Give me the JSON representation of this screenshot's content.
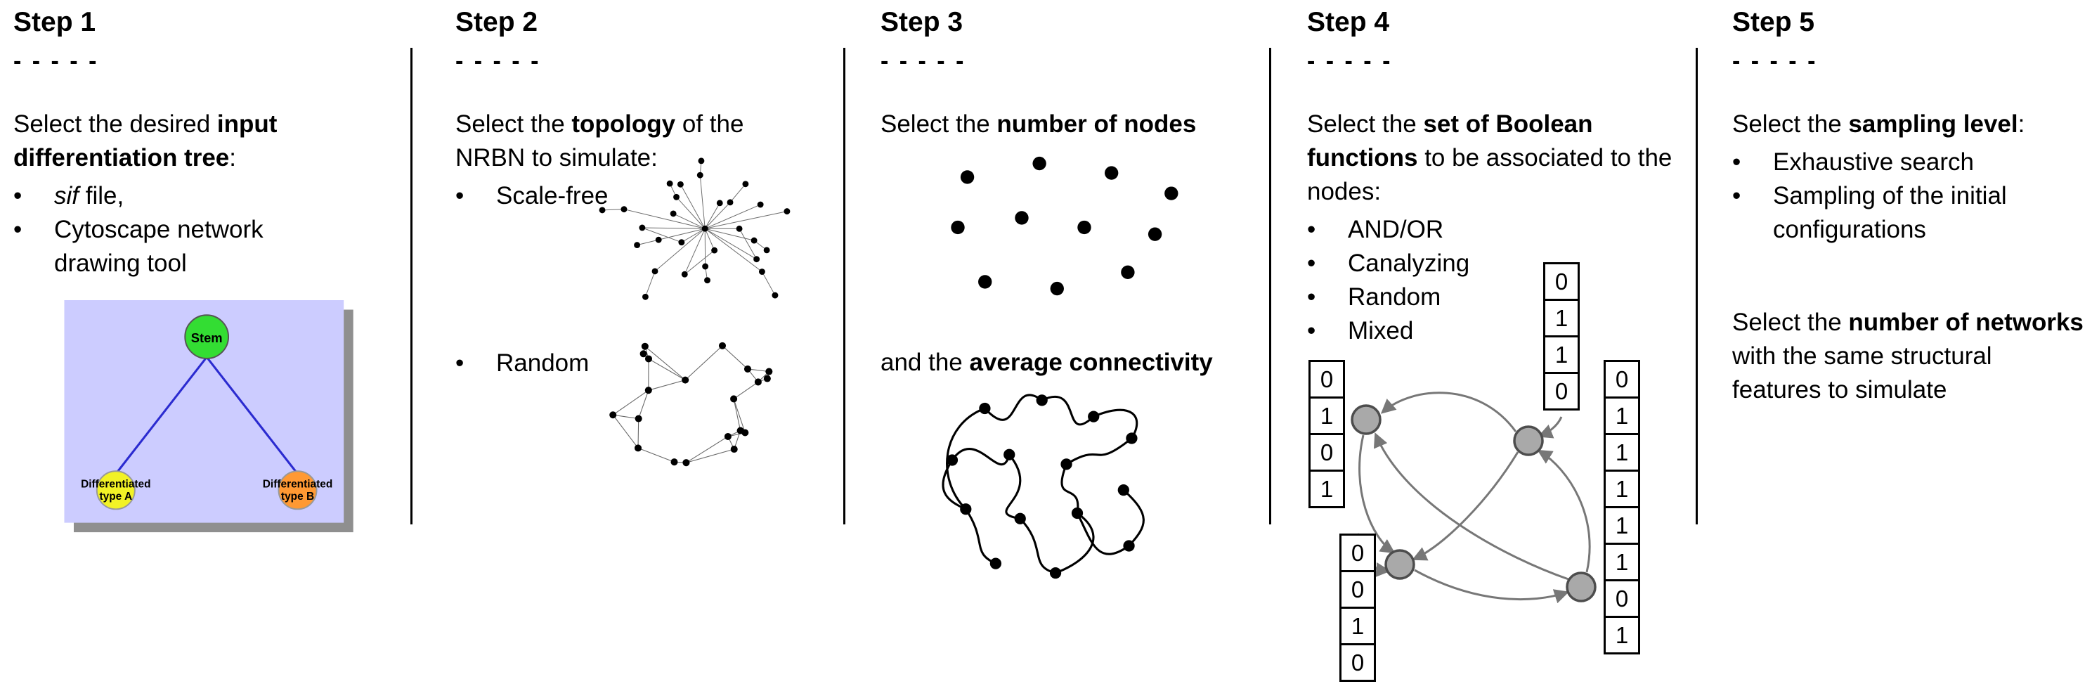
{
  "ui": {
    "bullet_char": "•"
  },
  "steps": [
    {
      "title": "Step 1",
      "dashes": "- - - - -",
      "intro": {
        "pre": "Select the desired ",
        "bold": "input differentiation tree",
        "post": ":"
      },
      "bullets": [
        {
          "italic": "sif",
          "post": " file,"
        },
        {
          "text": "Cytoscape network drawing tool"
        }
      ],
      "tree": {
        "stem_label": "Stem",
        "type_a_line1": "Differentiated",
        "type_a_line2": "type A",
        "type_b_line1": "Differentiated",
        "type_b_line2": "type B",
        "colors": {
          "box": "#ccccff",
          "shadow": "#8f8f8f",
          "stem": "#33dd33",
          "type_a": "#f2f226",
          "type_b": "#ff9933",
          "edge": "#2b2bd0",
          "node_stroke": "#6a6a6a",
          "label": "#111111"
        }
      }
    },
    {
      "title": "Step 2",
      "dashes": "- - - - -",
      "intro": {
        "pre": "Select the ",
        "bold": "topology",
        "post": " of the NRBN to simulate:"
      },
      "bullets": [
        {
          "text": "Scale-free"
        },
        {
          "text": "Random"
        }
      ]
    },
    {
      "title": "Step 3",
      "dashes": "- - - - -",
      "intro": {
        "pre": "Select the ",
        "bold": "number of nodes",
        "post": ""
      },
      "second": {
        "pre": "and the ",
        "bold": "average connectivity",
        "post": ""
      }
    },
    {
      "title": "Step 4",
      "dashes": "- - - - -",
      "intro": {
        "pre": "Select the ",
        "bold": "set of Boolean functions",
        "post": " to be associated to the nodes:"
      },
      "bullets": [
        {
          "text": "AND/OR"
        },
        {
          "text": "Canalyzing"
        },
        {
          "text": "Random"
        },
        {
          "text": "Mixed"
        }
      ],
      "node_color": "#a9a9a9",
      "node_stroke": "#4d4d4d",
      "arrow_color": "#777777",
      "truth_columns": {
        "left": [
          "0",
          "1",
          "0",
          "1"
        ],
        "top": [
          "0",
          "1",
          "1",
          "0"
        ],
        "bottom": [
          "0",
          "0",
          "1",
          "0"
        ],
        "right": [
          "0",
          "1",
          "1",
          "1",
          "1",
          "1",
          "0",
          "1"
        ]
      }
    },
    {
      "title": "Step 5",
      "dashes": "- - - - -",
      "intro": {
        "pre": "Select the ",
        "bold": "sampling level",
        "post": ":"
      },
      "bullets": [
        {
          "text": "Exhaustive search"
        },
        {
          "text": "Sampling of the initial configurations"
        }
      ],
      "second": {
        "pre": "Select the ",
        "bold": "number of networks",
        "post": " with the same structural features to simulate"
      }
    }
  ]
}
